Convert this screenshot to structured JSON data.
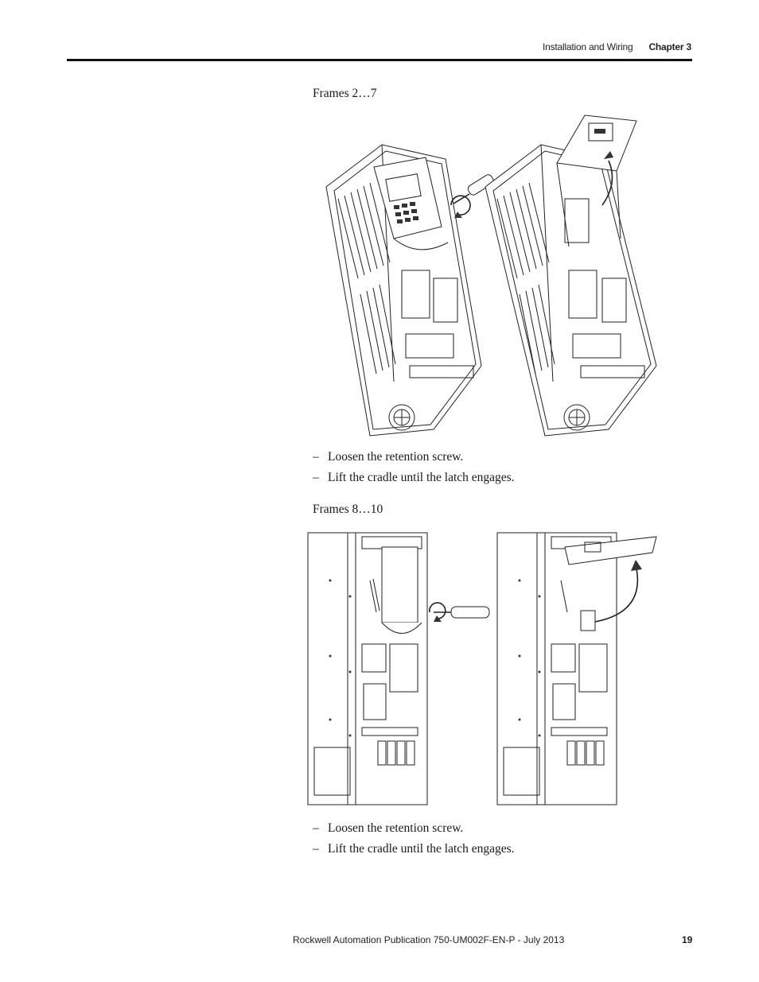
{
  "header": {
    "section": "Installation and Wiring",
    "chapter": "Chapter 3"
  },
  "section_a": {
    "caption": "Frames 2…7",
    "steps": [
      "Loosen the retention screw.",
      "Lift the cradle until the latch engages."
    ],
    "dash": "–"
  },
  "section_b": {
    "caption": "Frames 8…10",
    "steps": [
      "Loosen the retention screw.",
      "Lift the cradle until the latch engages."
    ],
    "dash": "–"
  },
  "footer": {
    "publication": "Rockwell Automation Publication 750-UM002F-EN-P - July 2013",
    "page": "19"
  }
}
